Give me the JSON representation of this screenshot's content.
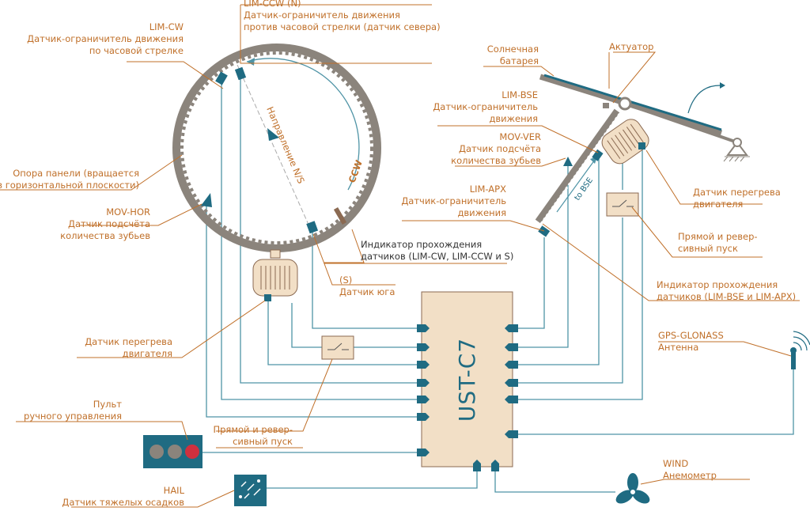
{
  "controller": {
    "label": "UST-C7"
  },
  "labels": {
    "lim_cw_title": "LIM-CW",
    "lim_cw_line1": "Датчик-ограничитель движения",
    "lim_cw_line2": "по часовой стрелке",
    "lim_ccw_title": "LIM-CCW (N)",
    "lim_ccw_line1": "Датчик-ограничитель движения",
    "lim_ccw_line2": "против часовой стрелки (датчик севера)",
    "support_line1": "Опора панели (вращается",
    "support_line2": "в горизонтальной плоскости)",
    "mov_hor_title": "MOV-HOR",
    "mov_hor_line1": "Датчик подсчёта",
    "mov_hor_line2": "количества зубьев",
    "direction_ns": "Направление N/S",
    "ccw": "CCW",
    "indicator_h_line1": "Индикатор прохождения",
    "indicator_h_line2": "датчиков (LIM-CW, LIM-CCW и S)",
    "south_title": "(S)",
    "south_line1": "Датчик юга",
    "overheat_h_line1": "Датчик перегрева",
    "overheat_h_line2": "двигателя",
    "remote_line1": "Пульт",
    "remote_line2": "ручного управления",
    "start_h_line1": "Прямой и ревер-",
    "start_h_line2": "сивный пуск",
    "hail_title": "HAIL",
    "hail_line1": "Датчик тяжелых осадков",
    "solar_line1": "Солнечная",
    "solar_line2": "батарея",
    "actuator": "Актуатор",
    "lim_bse_title": "LIM-BSE",
    "lim_bse_line1": "Датчик-ограничитель",
    "lim_bse_line2": "движения",
    "mov_ver_title": "MOV-VER",
    "mov_ver_line1": "Датчик подсчёта",
    "mov_ver_line2": "количества зубьев",
    "lim_apx_title": "LIM-APX",
    "lim_apx_line1": "Датчик-ограничитель",
    "lim_apx_line2": "движения",
    "to_bse": "to BSE",
    "overheat_v_line1": "Датчик перегрева",
    "overheat_v_line2": "двигателя",
    "start_v_line1": "Прямой и ревер-",
    "start_v_line2": "сивный пуск",
    "indicator_v_line1": "Индикатор прохождения",
    "indicator_v_line2": "датчиков (LIM-BSE и LIM-APX)",
    "gps_title": "GPS-GLONASS",
    "gps_line1": "Антенна",
    "wind_title": "WIND",
    "wind_line1": "Анемометр"
  },
  "colors": {
    "label": "#c0702a",
    "wire": "#4f94a6",
    "sensor": "#1f6b82",
    "controller_fill": "#f2dfc6",
    "ring": "#8b847c"
  },
  "icons": {
    "antenna": "antenna-icon",
    "anemometer": "anemometer-fan-icon",
    "hail": "hail-icon",
    "motor": "motor-icon",
    "switch": "switch-icon",
    "remote": "remote-control-icon"
  }
}
